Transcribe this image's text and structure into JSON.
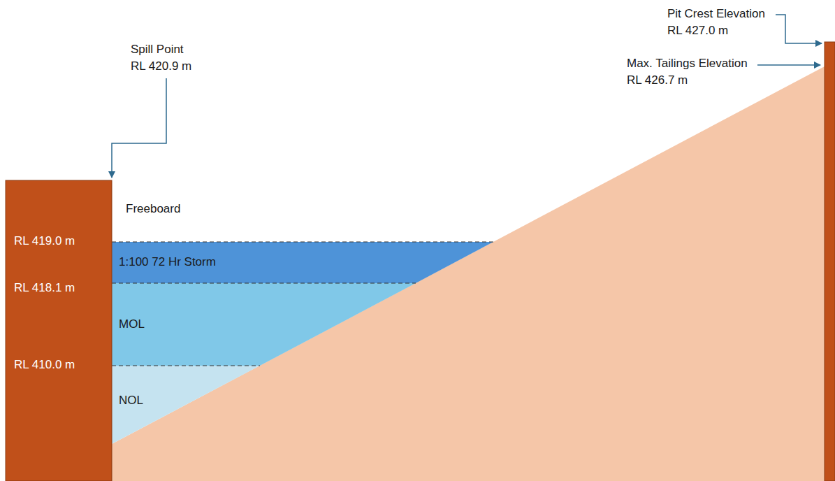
{
  "diagram": {
    "nodes": [
      {
        "text": [
          "1:100 72 Hr Storm"
        ]
      },
      {
        "text": [
          "MOL"
        ]
      },
      {
        "text": [
          "NOL"
        ]
      }
    ],
    "labels": [
      "Pit Crest Elevation",
      "RL 427.0 m",
      "Max. Tailings Elevation",
      "RL 426.7 m",
      "Spill Point",
      "RL 420.9 m",
      "Freeboard",
      "RL 419.0 m",
      "RL 418.1 m",
      "RL 410.0 m"
    ]
  }
}
